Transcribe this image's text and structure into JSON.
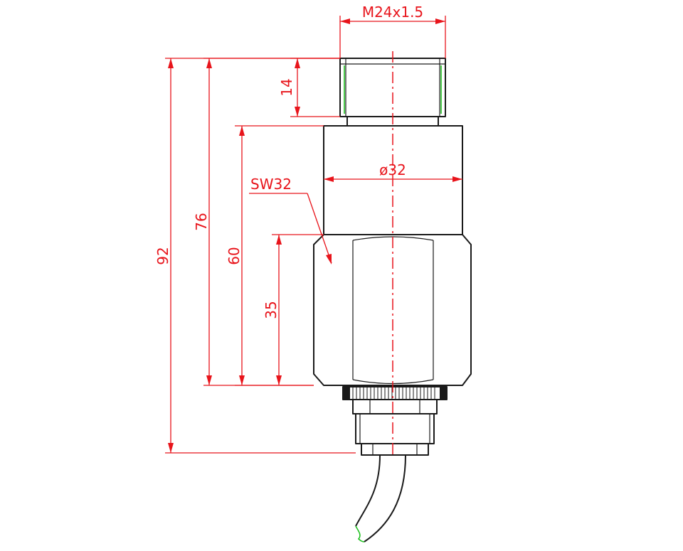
{
  "drawing": {
    "colors": {
      "dimension": "#e8141b",
      "outline": "#1a1a1a",
      "cable_edge": "#20c020",
      "background": "#ffffff"
    },
    "labels": {
      "thread": "M24x1.5",
      "thread_length": "14",
      "body_diameter": "ø32",
      "wrench_size": "SW32",
      "total_length": "92",
      "length_76": "76",
      "length_60": "60",
      "hex_length": "35"
    }
  }
}
